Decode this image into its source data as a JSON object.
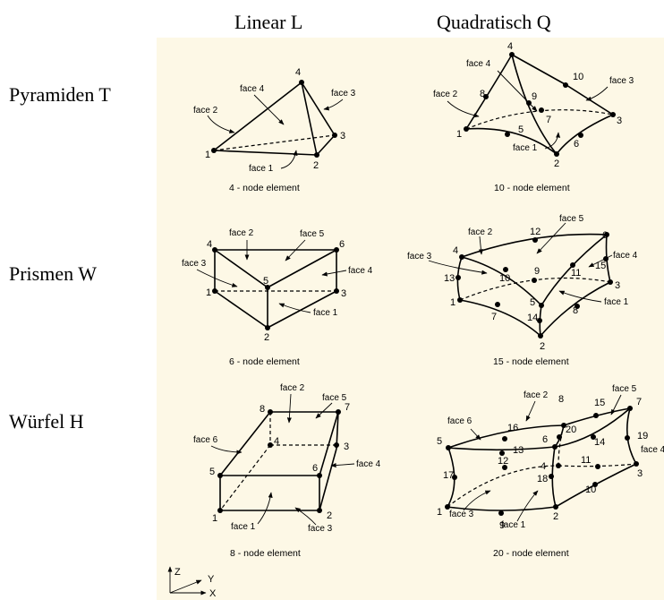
{
  "columns": {
    "linear": "Linear L",
    "quadratic": "Quadratisch Q"
  },
  "rows": {
    "tet": "Pyramiden T",
    "prism": "Prismen W",
    "hex": "Würfel H"
  },
  "captions": {
    "tet4": "4 - node element",
    "tet10": "10 - node element",
    "prism6": "6 - node element",
    "prism15": "15 - node element",
    "hex8": "8 - node element",
    "hex20": "20 - node element"
  },
  "faces": {
    "f1": "face 1",
    "f2": "face 2",
    "f3": "face 3",
    "f4": "face 4",
    "f5": "face 5",
    "f6": "face 6"
  },
  "axes": {
    "z": "Z",
    "y": "Y",
    "x": "X"
  },
  "nodes": {
    "n1": "1",
    "n2": "2",
    "n3": "3",
    "n4": "4",
    "n5": "5",
    "n6": "6",
    "n7": "7",
    "n8": "8",
    "n9": "9",
    "n10": "10",
    "n11": "11",
    "n12": "12",
    "n13": "13",
    "n14": "14",
    "n15": "15",
    "n16": "16",
    "n17": "17",
    "n18": "18",
    "n19": "19",
    "n20": "20"
  }
}
